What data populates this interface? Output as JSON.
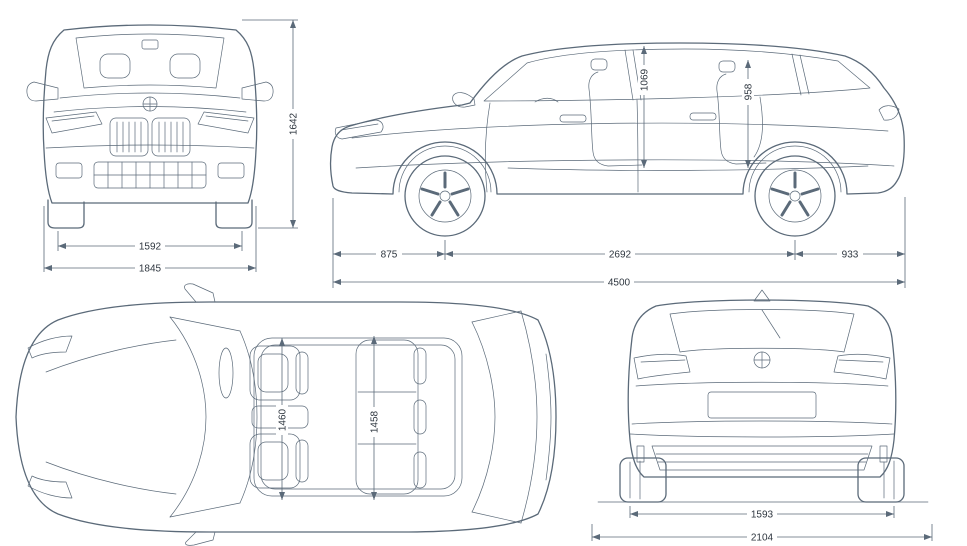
{
  "front": {
    "track_width": "1592",
    "overall_width": "1845",
    "overall_height": "1642"
  },
  "side": {
    "front_overhang": "875",
    "wheelbase": "2692",
    "rear_overhang": "933",
    "overall_length": "4500",
    "front_interior_height": "1069",
    "rear_interior_height": "958"
  },
  "top": {
    "front_interior_width": "1460",
    "rear_interior_width": "1458"
  },
  "rear": {
    "track_width": "1593",
    "overall_width": "2104"
  },
  "colors": {
    "line": "#5b6a79",
    "text": "#2f3740",
    "background": "#ffffff"
  }
}
